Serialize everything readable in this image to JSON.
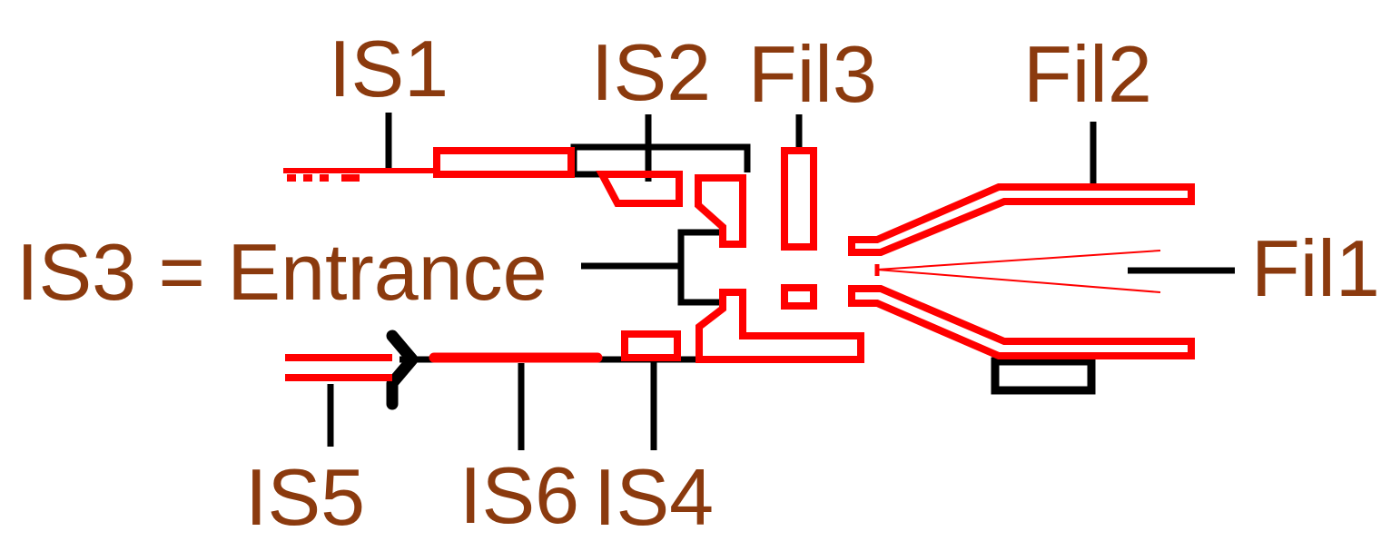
{
  "labels": {
    "is1": "IS1",
    "is2": "IS2",
    "fil3": "Fil3",
    "fil2": "Fil2",
    "is3": "IS3 = Entrance",
    "fil1": "Fil1",
    "is5": "IS5",
    "is6": "IS6",
    "is4": "IS4"
  },
  "colors": {
    "label": "#8B3A0E",
    "structure": "#ff0000",
    "leader": "#000000",
    "background": "#ffffff"
  }
}
